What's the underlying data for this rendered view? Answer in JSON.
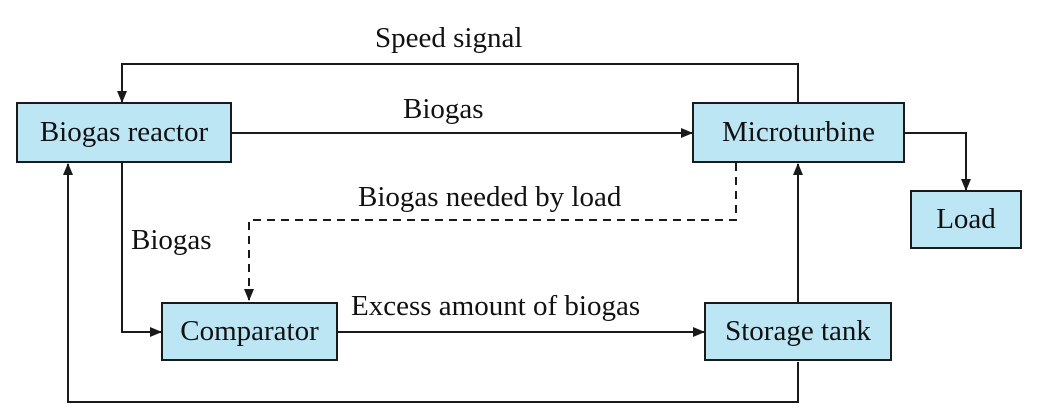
{
  "diagram": {
    "nodes": {
      "reactor": "Biogas reactor",
      "microturbine": "Microturbine",
      "load": "Load",
      "comparator": "Comparator",
      "storage": "Storage tank"
    },
    "edges": {
      "speed_signal": "Speed signal",
      "biogas_top": "Biogas",
      "biogas_needed": "Biogas needed by load",
      "biogas_left": "Biogas",
      "excess": "Excess amount of biogas"
    },
    "colors": {
      "node_fill": "#bde6f5",
      "stroke": "#1a1a1a"
    }
  }
}
